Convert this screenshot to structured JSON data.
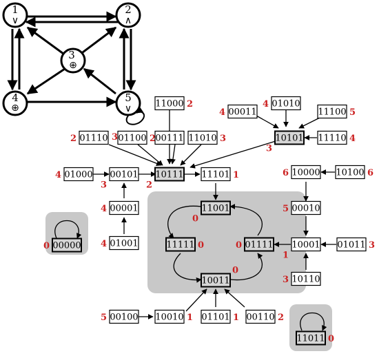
{
  "network": {
    "nodes": [
      {
        "id": "1",
        "op": "∨"
      },
      {
        "id": "2",
        "op": "∧"
      },
      {
        "id": "3",
        "op": "⊕"
      },
      {
        "id": "4",
        "op": "⊕"
      },
      {
        "id": "5",
        "op": "∨"
      }
    ]
  },
  "states": [
    {
      "id": "11000",
      "num": "2"
    },
    {
      "id": "01010",
      "num": "4"
    },
    {
      "id": "00011",
      "num": "4"
    },
    {
      "id": "11100",
      "num": "5"
    },
    {
      "id": "10101",
      "num": "3"
    },
    {
      "id": "11110",
      "num": "4"
    },
    {
      "id": "01110",
      "num": "2"
    },
    {
      "id": "01100",
      "num": "2"
    },
    {
      "id": "00111",
      "num": ""
    },
    {
      "id": "11010",
      "num": "3"
    },
    {
      "id": "01000",
      "num": "4"
    },
    {
      "id": "00101",
      "num": "3"
    },
    {
      "id": "10111",
      "num": "2"
    },
    {
      "id": "11101",
      "num": "1"
    },
    {
      "id": "10000",
      "num": "6"
    },
    {
      "id": "10100",
      "num": "6"
    },
    {
      "id": "00001",
      "num": "4"
    },
    {
      "id": "01001",
      "num": "4"
    },
    {
      "id": "00010",
      "num": "5"
    },
    {
      "id": "11001",
      "num": "0"
    },
    {
      "id": "11111",
      "num": "0"
    },
    {
      "id": "01111",
      "num": "0"
    },
    {
      "id": "10011",
      "num": "0"
    },
    {
      "id": "10001",
      "num": "1"
    },
    {
      "id": "01011",
      "num": "3"
    },
    {
      "id": "10110",
      "num": "3"
    },
    {
      "id": "00100",
      "num": "5"
    },
    {
      "id": "10010",
      "num": "1"
    },
    {
      "id": "01101",
      "num": "1"
    },
    {
      "id": "00110",
      "num": "2"
    },
    {
      "id": "00000",
      "num": "0"
    },
    {
      "id": "11011",
      "num": "0"
    }
  ],
  "extra_labels": [
    {
      "id": "01110-right",
      "text": "3"
    }
  ]
}
